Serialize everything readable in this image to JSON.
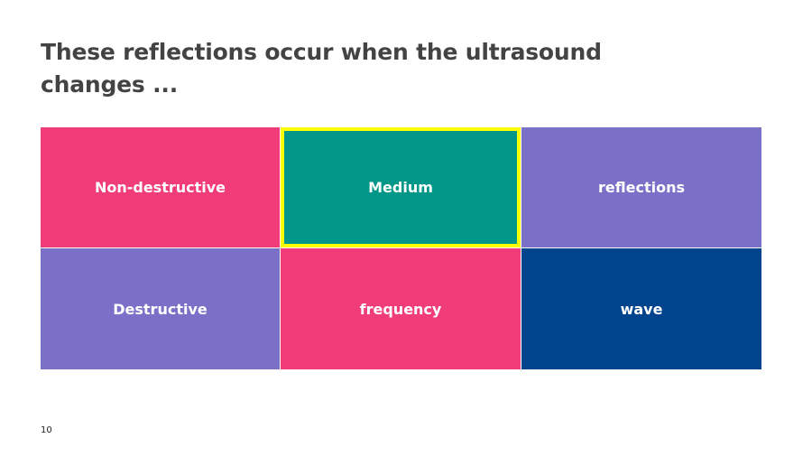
{
  "slide": {
    "title": "These reflections occur when the ultrasound changes ...",
    "page_number": "10"
  },
  "tiles": [
    {
      "label": "Non-destructive",
      "color": "#f03d7a",
      "selected": false
    },
    {
      "label": "Medium",
      "color": "#009688",
      "selected": true
    },
    {
      "label": "reflections",
      "color": "#7a70c8",
      "selected": false
    },
    {
      "label": "Destructive",
      "color": "#7a70c8",
      "selected": false
    },
    {
      "label": "frequency",
      "color": "#f03d7a",
      "selected": false
    },
    {
      "label": "wave",
      "color": "#01448e",
      "selected": false
    }
  ],
  "colors": {
    "title_text": "#434343",
    "selection_border": "#ffff00"
  }
}
